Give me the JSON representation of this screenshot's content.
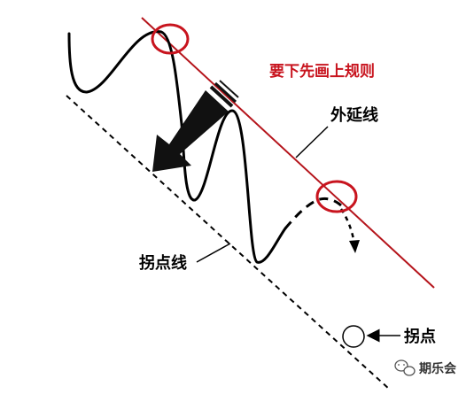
{
  "annotations": {
    "rule_text": "要下先画上规则",
    "extension_line_label": "外延线",
    "inflection_line_label": "拐点线",
    "inflection_point_label": "拐点"
  },
  "watermark": {
    "text": "期乐会",
    "icon": "wechat-icon"
  },
  "colors": {
    "extension_line": "#b5141b",
    "highlight_circle": "#c8141e",
    "rule_text": "#c8141e",
    "curve": "#000000",
    "arrow": "#111111"
  }
}
